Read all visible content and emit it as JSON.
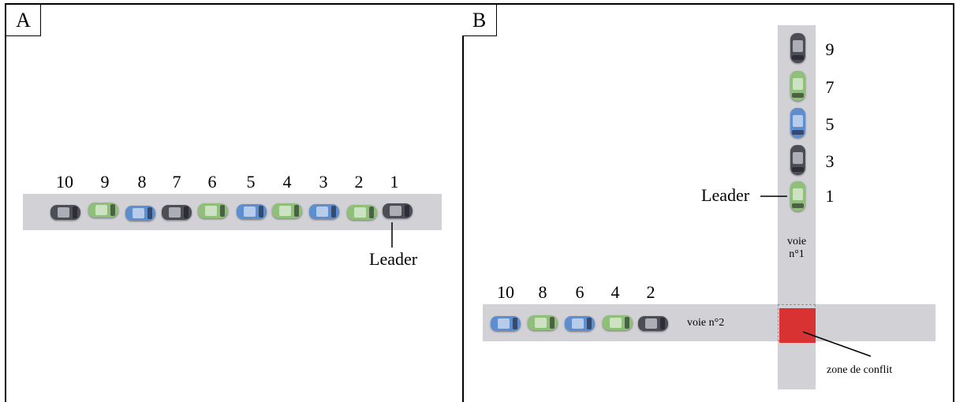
{
  "colors": {
    "road": "#d2d1d6",
    "conflict_zone": "#d83232",
    "car_dark": "#4b4d57",
    "car_green": "#8fbf78",
    "car_blue": "#5d8fd0"
  },
  "panel_a": {
    "tag": "A",
    "car_numbers": [
      "10",
      "9",
      "8",
      "7",
      "6",
      "5",
      "4",
      "3",
      "2",
      "1"
    ],
    "car_colors": [
      "dark",
      "green",
      "blue",
      "dark",
      "green",
      "blue",
      "green",
      "blue",
      "green",
      "dark"
    ],
    "leader_label": "Leader"
  },
  "panel_b": {
    "tag": "B",
    "lane1_numbers": [
      "9",
      "7",
      "5",
      "3",
      "1"
    ],
    "lane1_colors": [
      "dark",
      "green",
      "blue",
      "dark",
      "green"
    ],
    "lane2_numbers": [
      "10",
      "8",
      "6",
      "4",
      "2"
    ],
    "lane2_colors": [
      "blue",
      "green",
      "blue",
      "green",
      "dark"
    ],
    "leader_label": "Leader",
    "lane1_label": [
      "voie",
      "n°1"
    ],
    "lane2_label": "voie n°2",
    "conflict_label": "zone de conflit"
  }
}
